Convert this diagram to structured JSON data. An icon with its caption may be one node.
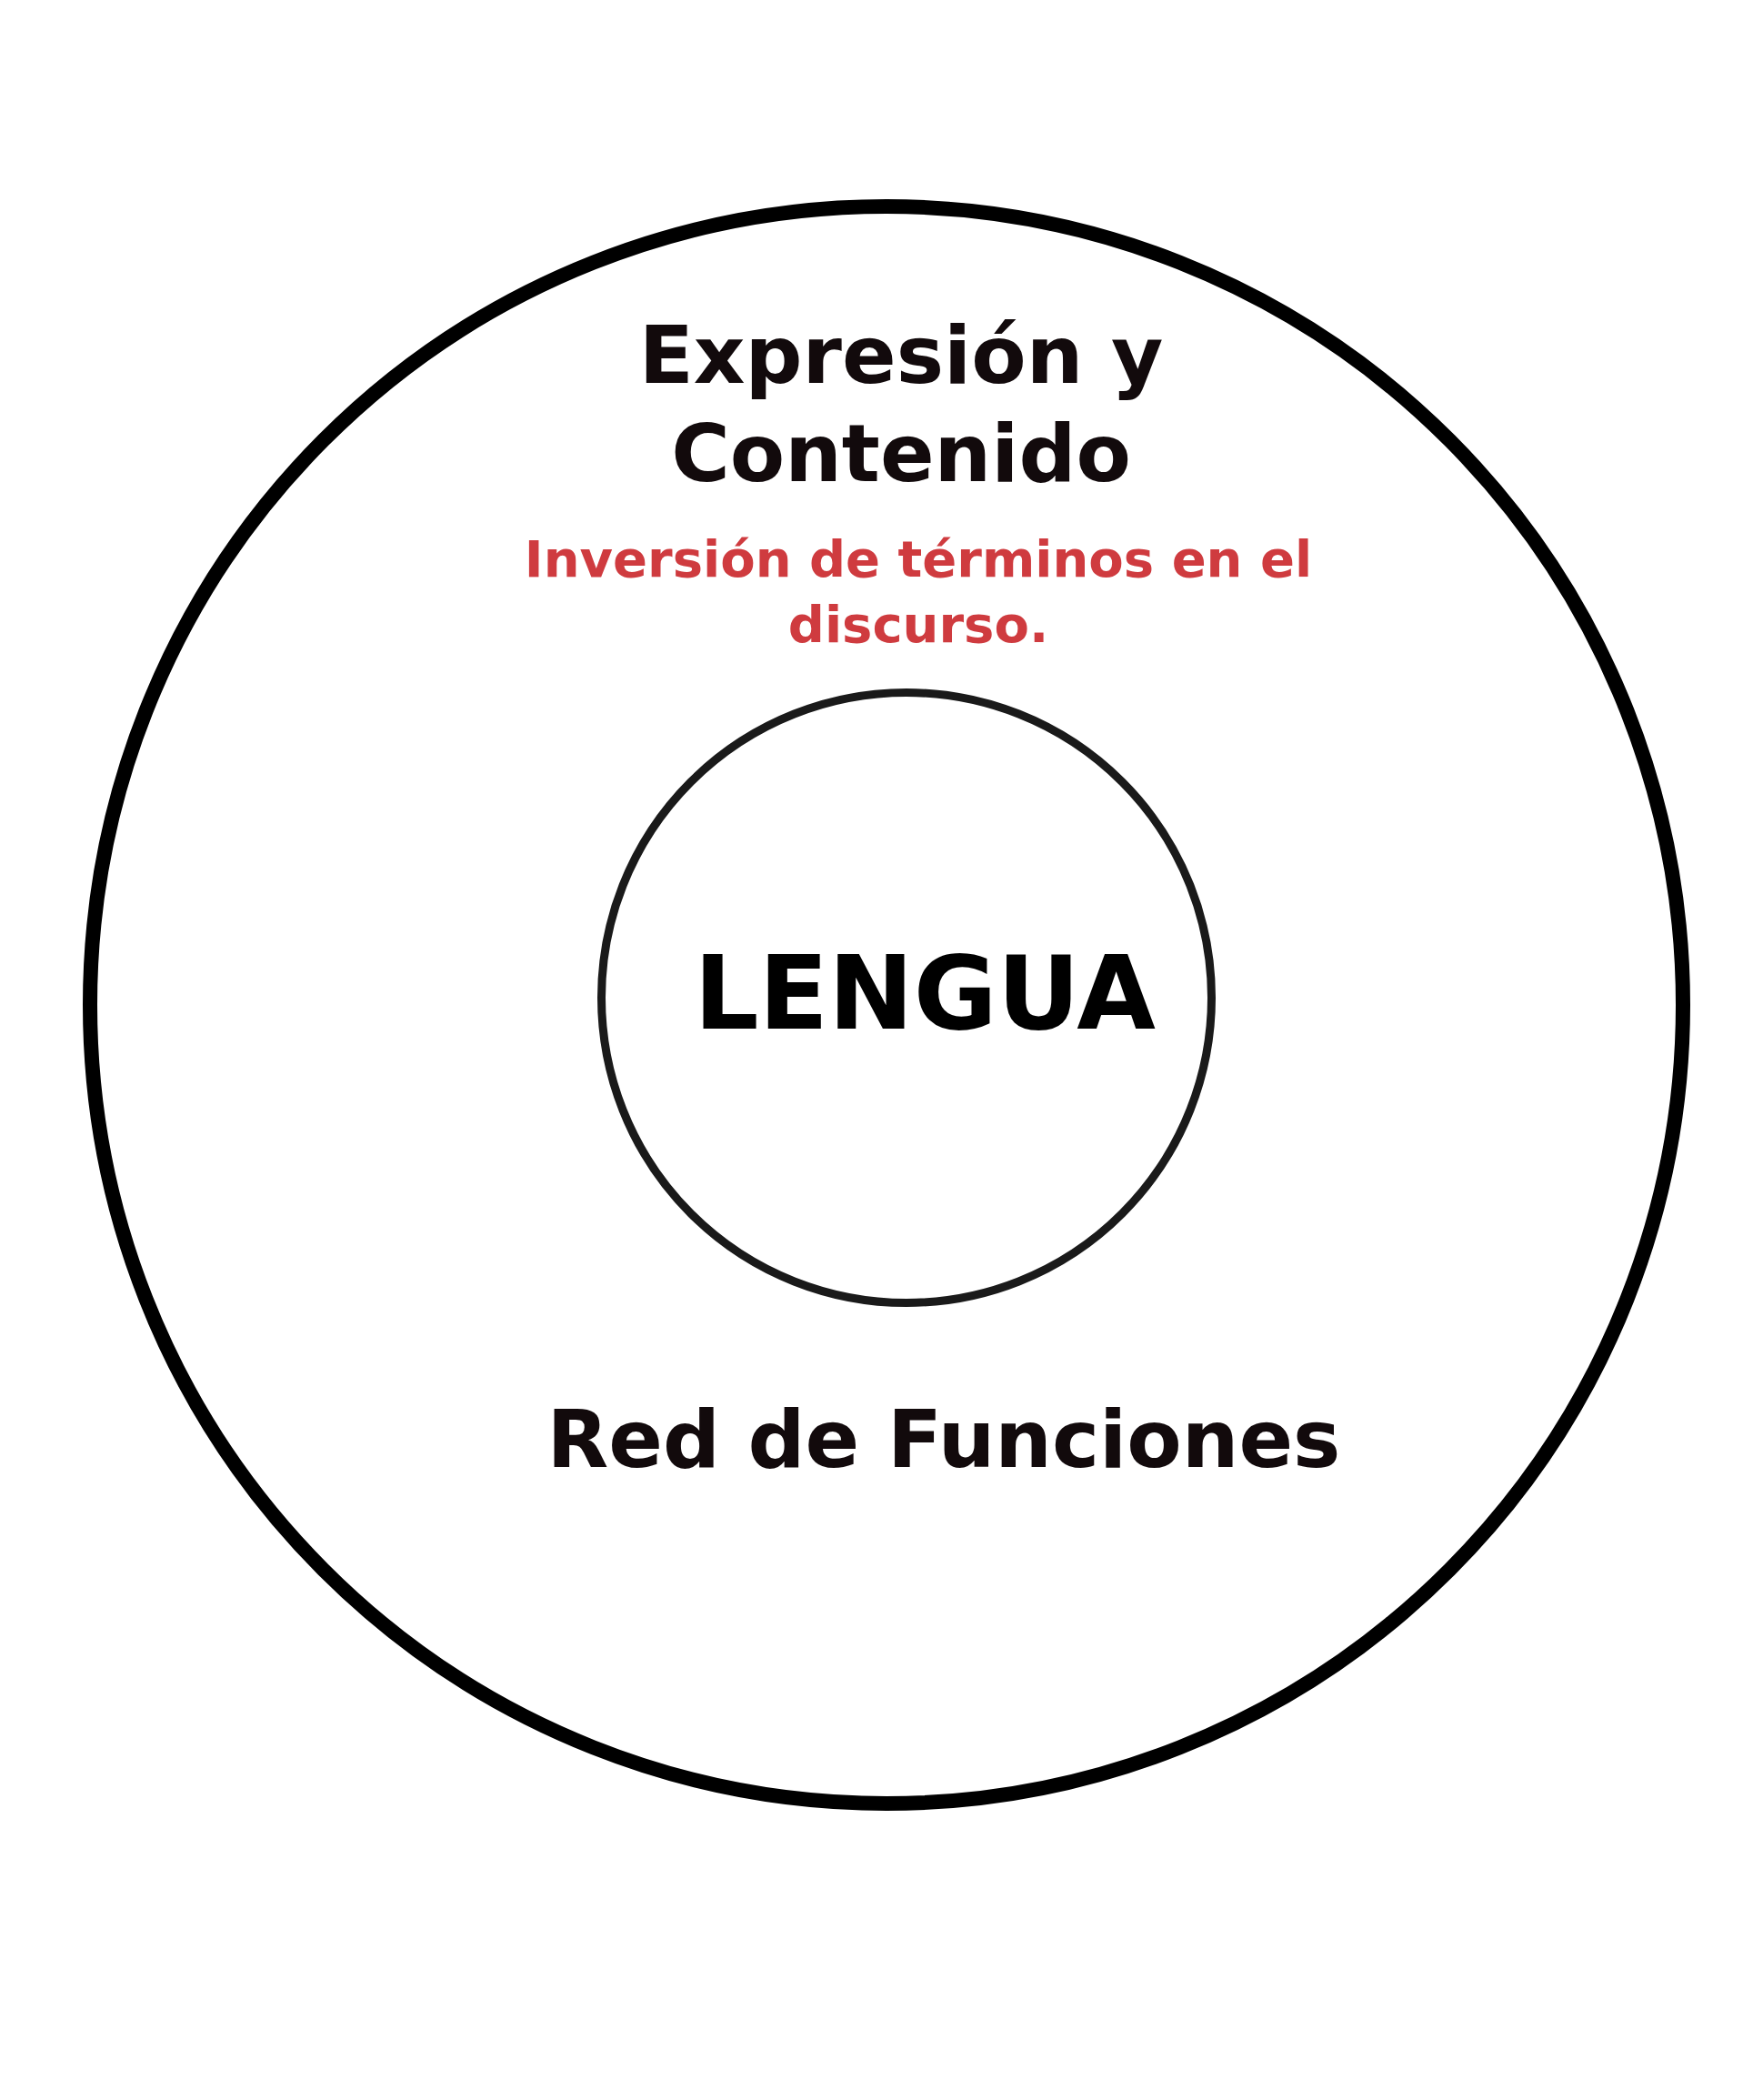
{
  "diagram": {
    "nodes": [
      {
        "text": [
          "Expresión y Contenido",
          "Inversión de términos en el discurso.",
          "Red de Funciones"
        ]
      },
      {
        "text": [
          "LENGUA"
        ],
        "in": 0
      }
    ]
  }
}
